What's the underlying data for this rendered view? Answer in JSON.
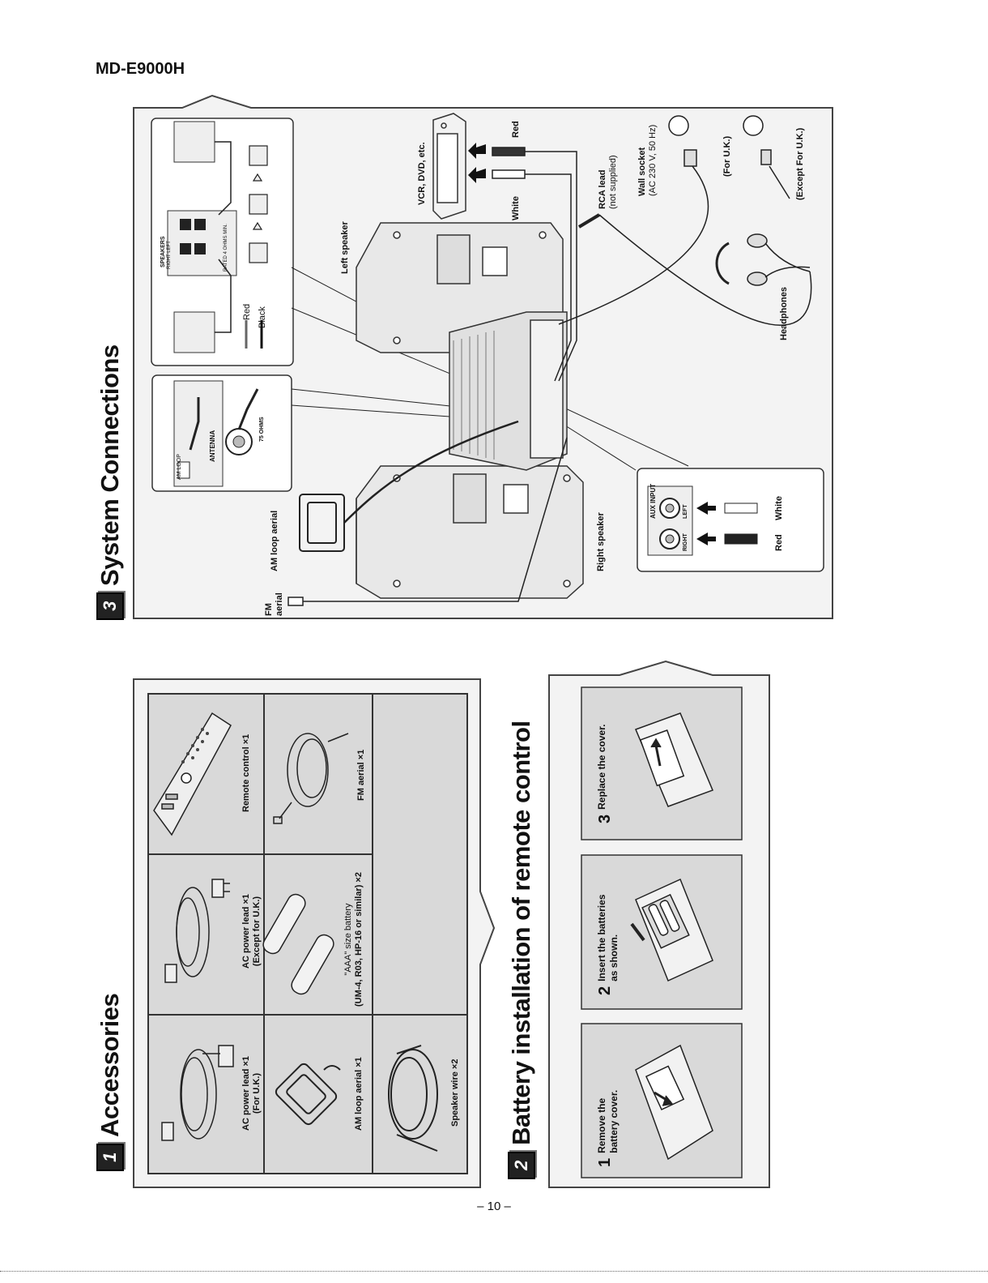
{
  "header": {
    "model": "MD-E9000H"
  },
  "footer": {
    "page": "– 10 –"
  },
  "accessories": {
    "number": "1",
    "title": "Accessories",
    "items": [
      {
        "line1": "AC power lead ×1",
        "line2": "(For U.K.)"
      },
      {
        "line1": "AC power lead ×1",
        "line2": "(Except for U.K.)"
      },
      {
        "line1": "Remote control ×1",
        "line2": ""
      },
      {
        "line1": "AM loop aerial ×1",
        "line2": ""
      },
      {
        "line1": "\"AAA\" size battery",
        "line2": "(UM-4, R03, HP-16 or similar) ×2"
      },
      {
        "line1": "FM aerial ×1",
        "line2": ""
      },
      {
        "line1": "Speaker wire ×2",
        "line2": ""
      }
    ]
  },
  "battery": {
    "number": "2",
    "title": "Battery installation of remote control",
    "steps": [
      {
        "num": "1",
        "line1": "Remove the",
        "line2": "battery cover."
      },
      {
        "num": "2",
        "line1": "Insert the batteries",
        "line2": "as shown."
      },
      {
        "num": "3",
        "line1": "Replace the cover.",
        "line2": ""
      }
    ]
  },
  "connections": {
    "number": "3",
    "title": "System Connections",
    "labels": {
      "fm_aerial_1": "FM",
      "fm_aerial_2": "aerial",
      "am_loop": "AM loop aerial",
      "right_speaker": "Right speaker",
      "left_speaker": "Left speaker",
      "vcr": "VCR, DVD, etc.",
      "white": "White",
      "red": "Red",
      "rca_lead_1": "RCA lead",
      "rca_lead_2": "(not supplied)",
      "wall_socket_1": "Wall socket",
      "wall_socket_2": "(AC 230 V, 50 Hz)",
      "for_uk": "(For U.K.)",
      "except_uk": "(Except For U.K.)",
      "headphones": "Headphones",
      "aux_white": "White",
      "aux_red": "Red",
      "aux_input": "AUX INPUT",
      "aux_left": "LEFT",
      "aux_right": "RIGHT",
      "wire_red": "Red",
      "wire_black": "Black",
      "am_loop_small": "AM LOOP",
      "antenna": "ANTENNA",
      "ohms": "75 OHMS",
      "speakers_panel": "SPEAKERS",
      "speakers_sub": "RIGHT   LEFT",
      "rated": "RATED 4 OHMS MIN."
    }
  }
}
